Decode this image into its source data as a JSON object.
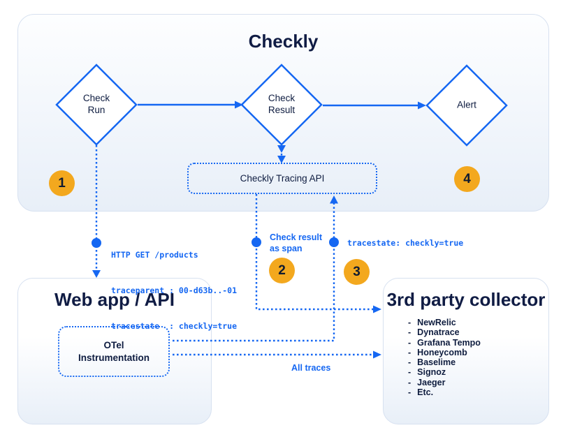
{
  "colors": {
    "accent_blue": "#1567F2",
    "marker_orange": "#F3A81E",
    "text_navy": "#101C44"
  },
  "checkly": {
    "title": "Checkly",
    "nodes": {
      "check_run": "Check Run",
      "check_result": "Check Result",
      "alert": "Alert"
    },
    "tracing_api_label": "Checkly Tracing API"
  },
  "markers": [
    "1",
    "2",
    "3",
    "4"
  ],
  "annotations": {
    "http_lines": [
      "HTTP GET /products",
      "traceparent : 00-d63b..-01",
      "tracestate  : checkly=true"
    ],
    "check_result_as_span_lines": [
      "Check result",
      "as span"
    ],
    "tracestate": "tracestate: checkly=true",
    "all_traces": "All traces"
  },
  "webapp": {
    "title": "Web app / API",
    "otel_label": "OTel Instrumentation"
  },
  "collector": {
    "title": "3rd party collector",
    "bullet": "-",
    "items": [
      "NewRelic",
      "Dynatrace",
      "Grafana Tempo",
      "Honeycomb",
      "Baselime",
      "Signoz",
      "Jaeger",
      "Etc."
    ]
  }
}
